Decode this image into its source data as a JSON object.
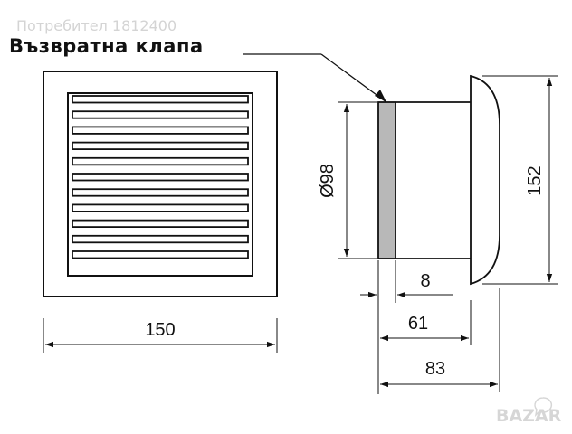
{
  "watermark": "Потребител 1812400",
  "callout_label": "Възвратна клапа",
  "dimensions": {
    "width_front": "150",
    "diameter": "Ø98",
    "height_side": "152",
    "valve_depth": "8",
    "body_depth": "61",
    "total_depth": "83"
  },
  "logo_text": "BAZAR",
  "colors": {
    "line": "#111111",
    "valve_fill": "#b8b8b8",
    "watermark": "#d4d4d4"
  }
}
